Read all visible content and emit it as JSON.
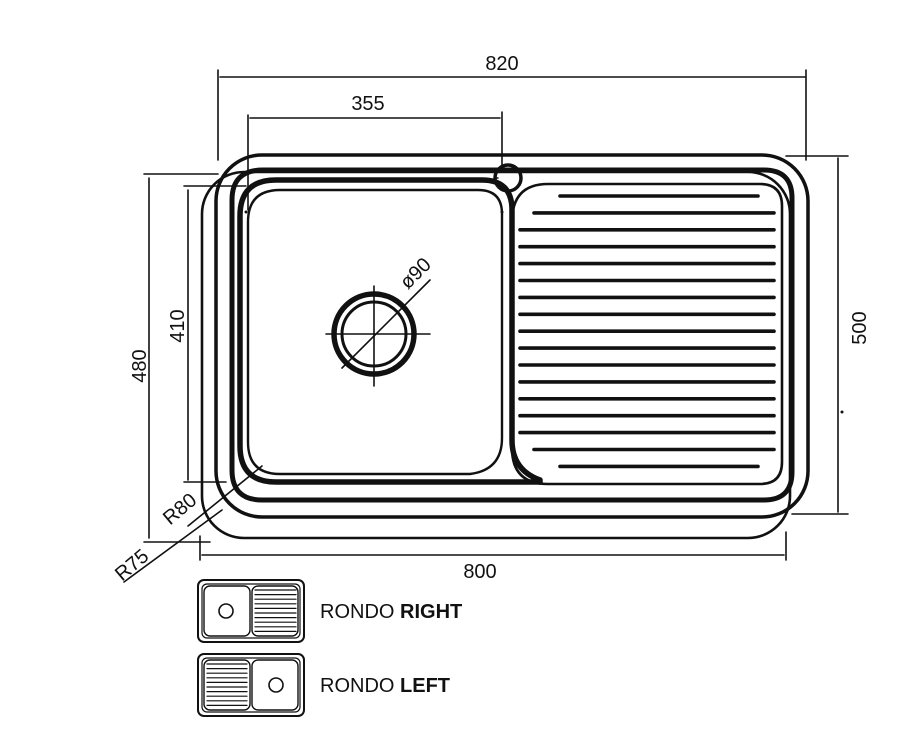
{
  "dimensions": {
    "overall_width": "820",
    "bowl_width": "355",
    "overall_depth": "500",
    "body_depth": "480",
    "bowl_depth": "410",
    "waste_diameter": "ø90",
    "corner_radius_bowl": "R80",
    "corner_radius_outer": "R75",
    "body_width": "800"
  },
  "legend": [
    {
      "name": "RONDO",
      "variant": "RIGHT"
    },
    {
      "name": "RONDO",
      "variant": "LEFT"
    }
  ],
  "colors": {
    "line": "#111111",
    "background": "#ffffff"
  }
}
